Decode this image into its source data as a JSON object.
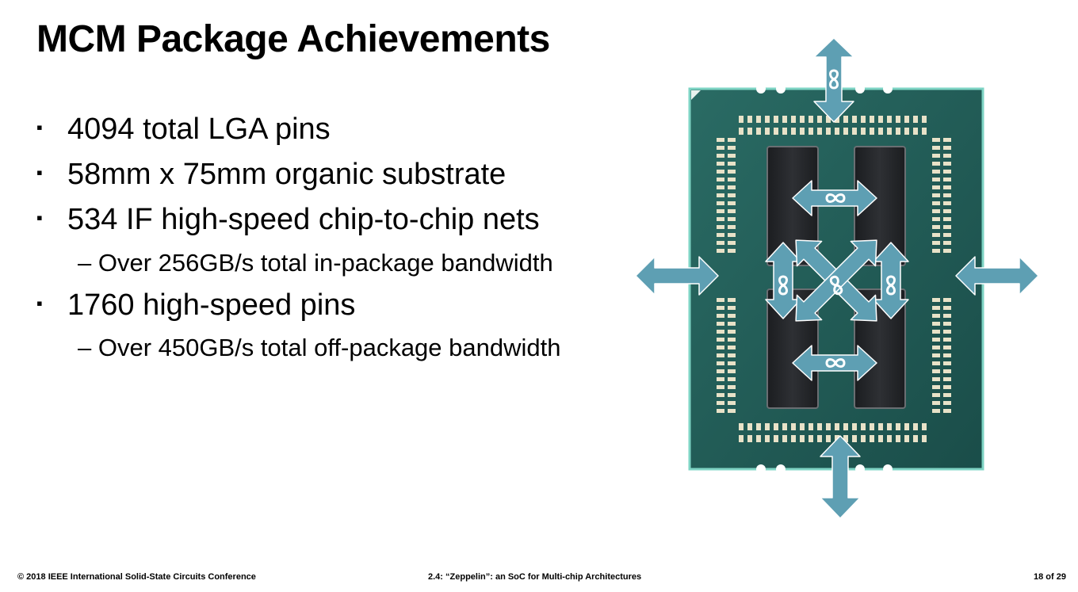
{
  "slide": {
    "title": "MCM Package Achievements",
    "bullets": [
      {
        "marker": "▪",
        "text": "4094 total LGA pins"
      },
      {
        "marker": "▪",
        "text": "58mm x 75mm organic substrate"
      },
      {
        "marker": "▪",
        "text": "534 IF high-speed chip-to-chip nets"
      },
      {
        "marker": "▪",
        "text": "1760 high-speed pins"
      }
    ],
    "subbullets": [
      {
        "marker": "–",
        "text": "Over 256GB/s total in-package bandwidth"
      },
      {
        "marker": "–",
        "text": "Over 450GB/s total off-package bandwidth"
      }
    ]
  },
  "figure": {
    "icon": "infinity-fabric-icon",
    "colors": {
      "substrate": "#1f5a55",
      "substrate_edge": "#7ed4c4",
      "die": "#232528",
      "arrow": "#5e9fb3",
      "pads": "#e8e2c8"
    }
  },
  "footer": {
    "left": "© 2018 IEEE International Solid-State Circuits Conference",
    "center": "2.4: “Zeppelin”: an SoC for Multi-chip Architectures",
    "right": "18 of 29"
  }
}
